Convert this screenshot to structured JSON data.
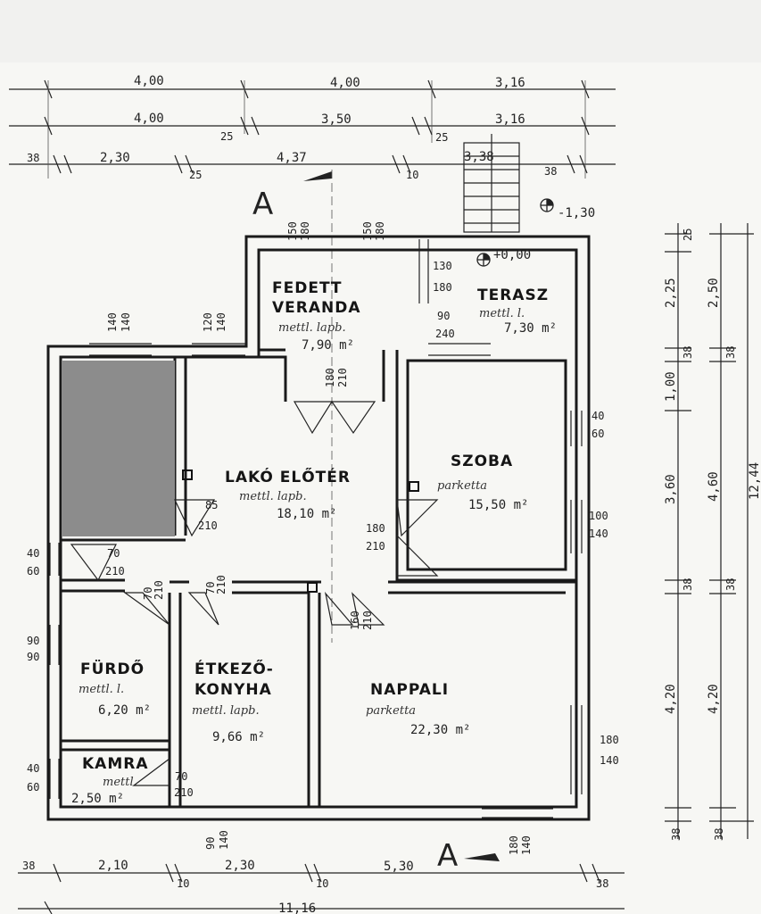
{
  "section_marks": {
    "top": "A",
    "bottom": "A"
  },
  "rooms": {
    "fedett_veranda": {
      "name1": "FEDETT",
      "name2": "VERANDA",
      "floor": "mettl. lapb.",
      "area": "7,90 m²"
    },
    "terasz": {
      "name": "TERASZ",
      "floor": "mettl. l.",
      "area": "7,30 m²"
    },
    "lako_eloter": {
      "name": "LAKÓ ELŐTÉR",
      "floor": "mettl. lapb.",
      "area": "18,10 m²"
    },
    "szoba": {
      "name": "SZOBA",
      "floor": "parketta",
      "area": "15,50 m²"
    },
    "furdo": {
      "name": "FÜRDŐ",
      "floor": "mettl. l.",
      "area": "6,20 m²"
    },
    "etkezo_konyha": {
      "name1": "ÉTKEZŐ-",
      "name2": "KONYHA",
      "floor": "mettl. lapb.",
      "area": "9,66 m²"
    },
    "nappali": {
      "name": "NAPPALI",
      "floor": "parketta",
      "area": "22,30 m²"
    },
    "kamra": {
      "name": "KAMRA",
      "floor": "mettl.",
      "area": "2,50 m²"
    }
  },
  "top_dims": {
    "row1": [
      "4,00",
      "4,00",
      "3,16"
    ],
    "row2": [
      "4,00",
      "3,50",
      "3,16"
    ],
    "row2_small": [
      "25",
      "25"
    ],
    "row3": [
      "38",
      "2,30",
      "25",
      "4,37",
      "10",
      "3,38",
      "38"
    ]
  },
  "bottom_dims": {
    "row1": [
      "38",
      "2,10",
      "10",
      "2,30",
      "10",
      "5,30",
      "38"
    ],
    "total": "11,16"
  },
  "right_dims": {
    "inner": [
      "25",
      "2,25",
      "38",
      "1,00",
      "3,60",
      "38",
      "4,20",
      "38"
    ],
    "outer": [
      "2,50",
      "38",
      "4,60",
      "38",
      "4,20",
      "38"
    ],
    "total": "12,44"
  },
  "openings": {
    "veranda_top_1": [
      "150",
      "180"
    ],
    "veranda_top_2": [
      "150",
      "180"
    ],
    "terasz_door": [
      "130",
      "180"
    ],
    "terasz_window": [
      "90",
      "240"
    ],
    "level_top": "+0,00",
    "level_stair": "-1,30",
    "left_top_1": [
      "140",
      "140"
    ],
    "left_top_2": [
      "120",
      "140"
    ],
    "veranda_door": [
      "180",
      "210"
    ],
    "eloter_door": [
      "85",
      "210"
    ],
    "szoba_w1": [
      "40",
      "60"
    ],
    "szoba_w2": [
      "100",
      "140"
    ],
    "szoba_door": [
      "180",
      "210"
    ],
    "left_w1": [
      "40",
      "60"
    ],
    "left_d1": [
      "70",
      "210"
    ],
    "furdo_door": [
      "70",
      "210"
    ],
    "konyha_door": [
      "70",
      "210"
    ],
    "nappali_door": [
      "160",
      "210"
    ],
    "furdo_w": [
      "90",
      "90"
    ],
    "kamra_w": [
      "40",
      "60"
    ],
    "kamra_door": [
      "70",
      "210"
    ],
    "nappali_w": [
      "180",
      "140"
    ],
    "bottom_w1": [
      "90",
      "140"
    ],
    "bottom_w2": [
      "180",
      "140"
    ]
  }
}
